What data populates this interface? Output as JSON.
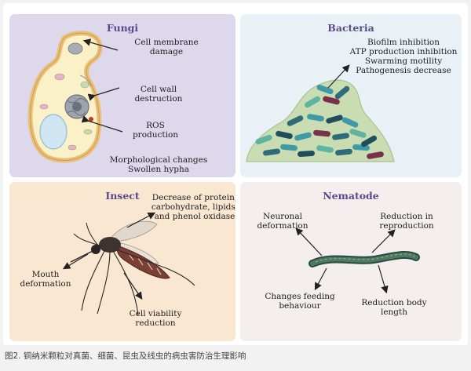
{
  "panels": {
    "fungi": {
      "title": "Fungi",
      "labels": {
        "membrane": [
          "Cell membrane",
          "damage"
        ],
        "wall": [
          "Cell wall",
          "destruction"
        ],
        "ros": [
          "ROS",
          "production"
        ],
        "morph": [
          "Morphological changes",
          "Swollen hypha"
        ]
      }
    },
    "bacteria": {
      "title": "Bacteria",
      "effects": [
        "Biofilm inhibition",
        "ATP production inhibition",
        "Swarming motility",
        "Pathogenesis decrease"
      ]
    },
    "insect": {
      "title": "Insect",
      "labels": {
        "protein": [
          "Decrease of protein,",
          "carbohydrate, lipids,",
          "and phenol oxidase"
        ],
        "mouth": [
          "Mouth",
          "deformation"
        ],
        "viability": [
          "Cell viability",
          "reduction"
        ]
      }
    },
    "nematode": {
      "title": "Nematode",
      "labels": {
        "neuronal": [
          "Neuronal",
          "deformation"
        ],
        "reproduction": [
          "Reduction in",
          "reproduction"
        ],
        "feeding": [
          "Changes feeding",
          "behaviour"
        ],
        "length": [
          "Reduction body",
          "length"
        ]
      }
    }
  },
  "colors": {
    "title": "#5a4a8a",
    "fungi_bg": "#ddd8ec",
    "bacteria_bg": "#e9f1f7",
    "insect_bg": "#f9e7d2",
    "nematode_bg": "#f4eeee"
  },
  "caption": "图2. 铜纳米颗粒对真菌、细菌、昆虫及线虫的病虫害防治生理影响"
}
